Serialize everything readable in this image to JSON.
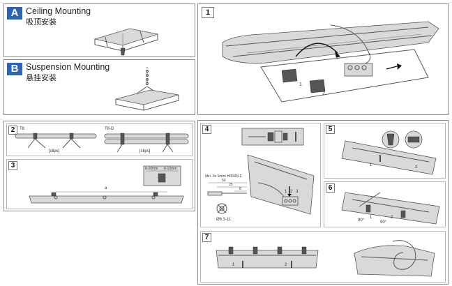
{
  "mounting_a": {
    "tag": "A",
    "title": "Ceiling Mounting",
    "subtitle": "吸顶安装"
  },
  "mounting_b": {
    "tag": "B",
    "title": "Suspension Mounting",
    "subtitle": "悬挂安装"
  },
  "steps": {
    "s1": "1",
    "s2": "2",
    "s3": "3",
    "s4": "4",
    "s5": "5",
    "s6": "6",
    "s7": "7"
  },
  "step1": {
    "callouts": [
      "1",
      "2"
    ]
  },
  "step2": {
    "left_label": "T8",
    "right_label": "T8-D",
    "clips": [
      "[clips]",
      "[clips]"
    ]
  },
  "step3": {
    "distance_label": "a",
    "dims": [
      "8-10mm",
      "8-10mm"
    ]
  },
  "step4": {
    "cable_spec": "Min. 3x 1mm² H05RN-F",
    "strip_lengths": [
      "50",
      "25",
      "8"
    ],
    "diameter": "Ø6.3-11",
    "callouts": [
      "1",
      "2",
      "3"
    ]
  },
  "step5": {
    "callouts": [
      "1",
      "2"
    ]
  },
  "step6": {
    "angles": [
      "90°",
      "90°"
    ],
    "callouts": [
      "1",
      "2"
    ]
  },
  "step7": {
    "callouts": [
      "1",
      "2"
    ]
  }
}
